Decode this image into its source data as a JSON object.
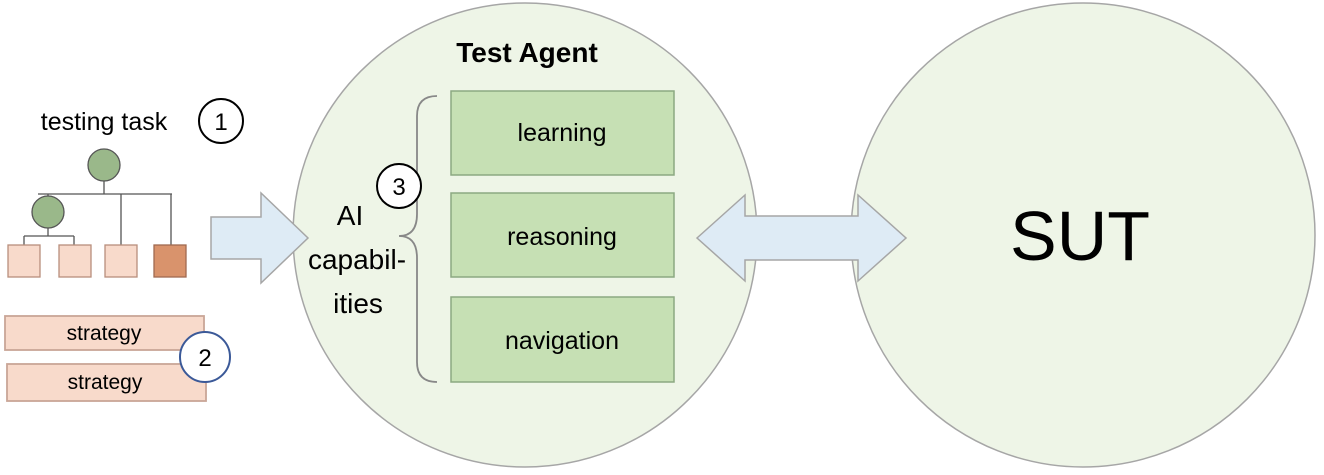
{
  "diagram": {
    "task": {
      "label": "testing task",
      "badge": "1"
    },
    "strategies": {
      "items": [
        "strategy",
        "strategy"
      ],
      "badge": "2"
    },
    "agent": {
      "title": "Test Agent",
      "ai_label_lines": [
        "AI",
        "capabil-",
        "ities"
      ],
      "badge": "3",
      "capabilities": [
        "learning",
        "reasoning",
        "navigation"
      ]
    },
    "sut": {
      "label": "SUT"
    },
    "colors": {
      "circle_fill": "#eef5e7",
      "circle_stroke": "#a6a6a6",
      "capability_fill": "#c6e0b4",
      "capability_stroke": "#8ca982",
      "tree_node_green": "#9ab88a",
      "leaf_fill": "#f8dacb",
      "leaf_highlight": "#d9936c",
      "strategy_fill": "#f8dacb",
      "arrow_fill": "#deebf5",
      "badge2_stroke": "#3b5998"
    }
  }
}
